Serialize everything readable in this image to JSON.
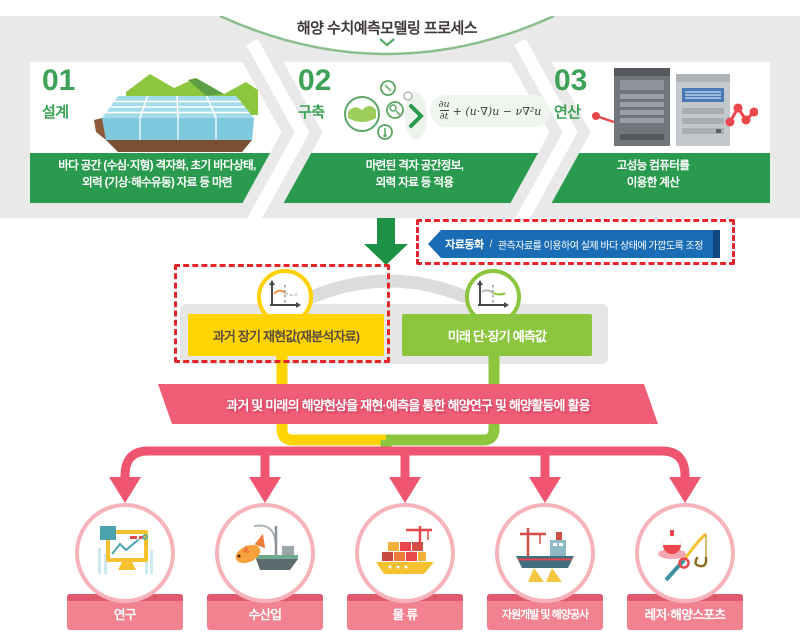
{
  "header": {
    "title": "해양 수치예측모델링 프로세스"
  },
  "process_steps": [
    {
      "number": "01",
      "name": "설계",
      "desc_line1": "바다 공간 (수심·지형) 격자화, 초기 바다상태,",
      "desc_line2": "외력 (기상·해수유동) 자료 등 마련",
      "icon": "terrain-grid-illustration"
    },
    {
      "number": "02",
      "name": "구축",
      "desc_line1": "마련된 격자 공간정보,",
      "desc_line2": "외력 자료 등 적용",
      "icon": "model-input-illustration"
    },
    {
      "number": "03",
      "name": "연산",
      "desc_line1": "고성능 컴퓨터를",
      "desc_line2": "이용한 계산",
      "icon": "hpc-server-illustration"
    }
  ],
  "equation": {
    "numerator": "∂u",
    "denominator": "∂t",
    "rest": "+ (u·∇)u − ν∇²u"
  },
  "assimilation": {
    "title": "자료동화",
    "divider": "/",
    "desc": "관측자료를 이용하여 실제 바다 상태에 가깝도록 조정"
  },
  "branches": {
    "past": {
      "label": "과거 장기 재현값(재분석자료)",
      "icon": "past-graph-icon"
    },
    "future": {
      "label": "미래 단·장기 예측값",
      "icon": "future-graph-icon"
    }
  },
  "usage_banner": {
    "text": "과거 및 미래의 해양현상을 재현·예측을 통한 해양연구 및 해양활동에 활용"
  },
  "applications": [
    {
      "label": "연구",
      "icon": "monitor-chart-icon"
    },
    {
      "label": "수산업",
      "icon": "fish-boat-icon"
    },
    {
      "label": "물 류",
      "icon": "cargo-ship-icon"
    },
    {
      "label": "자원개발 및 해양공사",
      "icon": "construction-ship-icon"
    },
    {
      "label": "레저·해양스포츠",
      "icon": "fishing-rod-icon"
    }
  ],
  "colors": {
    "band_gray": "#e9e9e9",
    "green_dark": "#2a9b4e",
    "green_number": "#3da257",
    "arrow_green": "#1d9247",
    "blue": "#1a6db5",
    "blue_dark": "#10477e",
    "red_dash": "#e5252a",
    "yellow": "#ffd400",
    "lime": "#8cc63e",
    "pink_banner": "#f05d76",
    "pink_line": "#ef5470",
    "pink_circle_border": "#f6b3ba",
    "pink_label": "#f2828f"
  }
}
